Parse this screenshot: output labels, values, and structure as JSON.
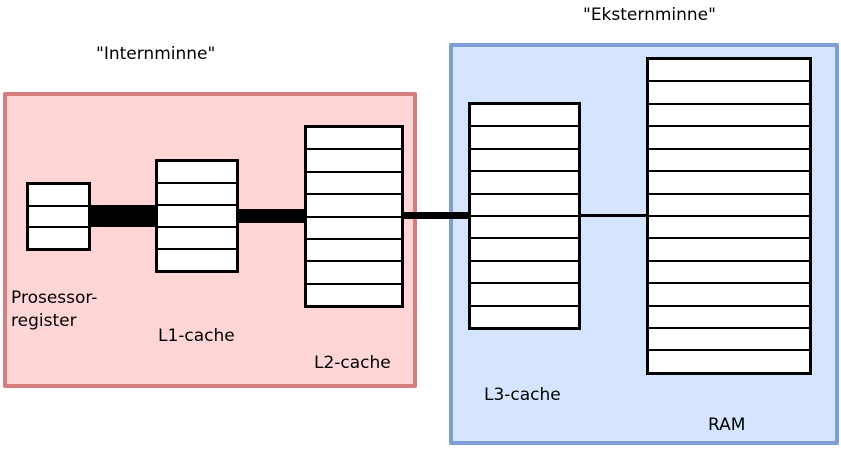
{
  "regions": {
    "internal": {
      "title": "\"Internminne\"",
      "fill": "#ffd5d5",
      "border": "#d47e7e"
    },
    "external": {
      "title": "\"Eksternminne\"",
      "fill": "#d5e5ff",
      "border": "#7f9fd4"
    }
  },
  "components": [
    {
      "id": "registers",
      "label": "Prosessor-\nregister",
      "rows": 3,
      "region": "internal"
    },
    {
      "id": "l1",
      "label": "L1-cache",
      "rows": 5,
      "region": "internal"
    },
    {
      "id": "l2",
      "label": "L2-cache",
      "rows": 8,
      "region": "internal"
    },
    {
      "id": "l3",
      "label": "L3-cache",
      "rows": 10,
      "region": "external"
    },
    {
      "id": "ram",
      "label": "RAM",
      "rows": 14,
      "region": "external"
    }
  ],
  "links": [
    {
      "from": "registers",
      "to": "l1",
      "weight": "very-thick"
    },
    {
      "from": "l1",
      "to": "l2",
      "weight": "thick"
    },
    {
      "from": "l2",
      "to": "l3",
      "weight": "medium"
    },
    {
      "from": "l3",
      "to": "ram",
      "weight": "thin"
    }
  ]
}
